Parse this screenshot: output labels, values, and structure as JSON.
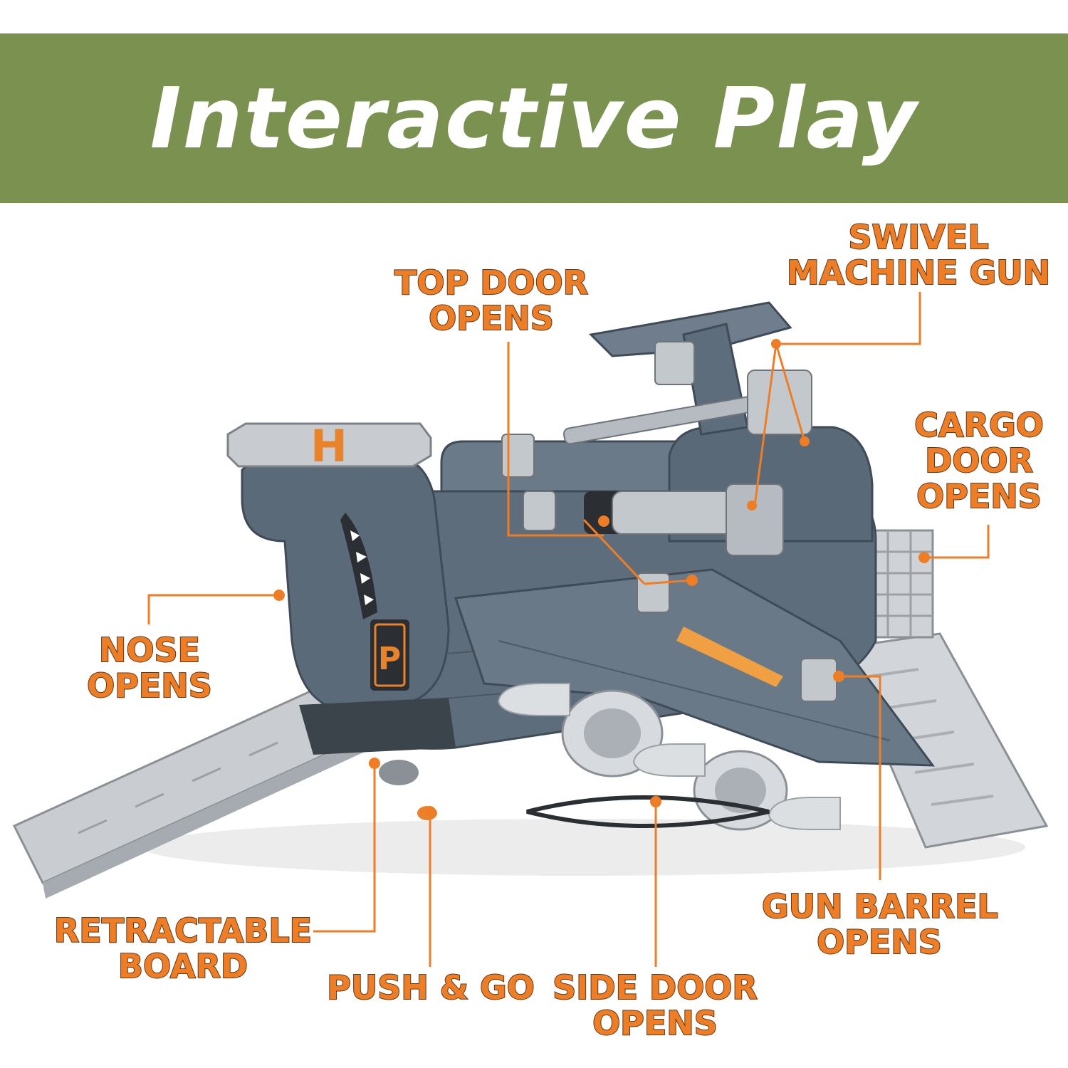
{
  "banner": {
    "title": "Interactive Play",
    "color": "#7a9150"
  },
  "accent": "#ee7d26",
  "callouts": {
    "swivel": [
      "SWIVEL",
      "MACHINE GUN"
    ],
    "top_door": [
      "TOP DOOR",
      "OPENS"
    ],
    "cargo_door": [
      "CARGO",
      "DOOR",
      "OPENS"
    ],
    "nose": [
      "NOSE",
      "OPENS"
    ],
    "retractable": [
      "RETRACTABLE",
      "BOARD"
    ],
    "push_go": [
      "PUSH & GO"
    ],
    "side_door": [
      "SIDE DOOR",
      "OPENS"
    ],
    "gun_barrel": [
      "GUN BARREL",
      "OPENS"
    ]
  },
  "decals": {
    "helipad": "H",
    "badge": "P"
  }
}
